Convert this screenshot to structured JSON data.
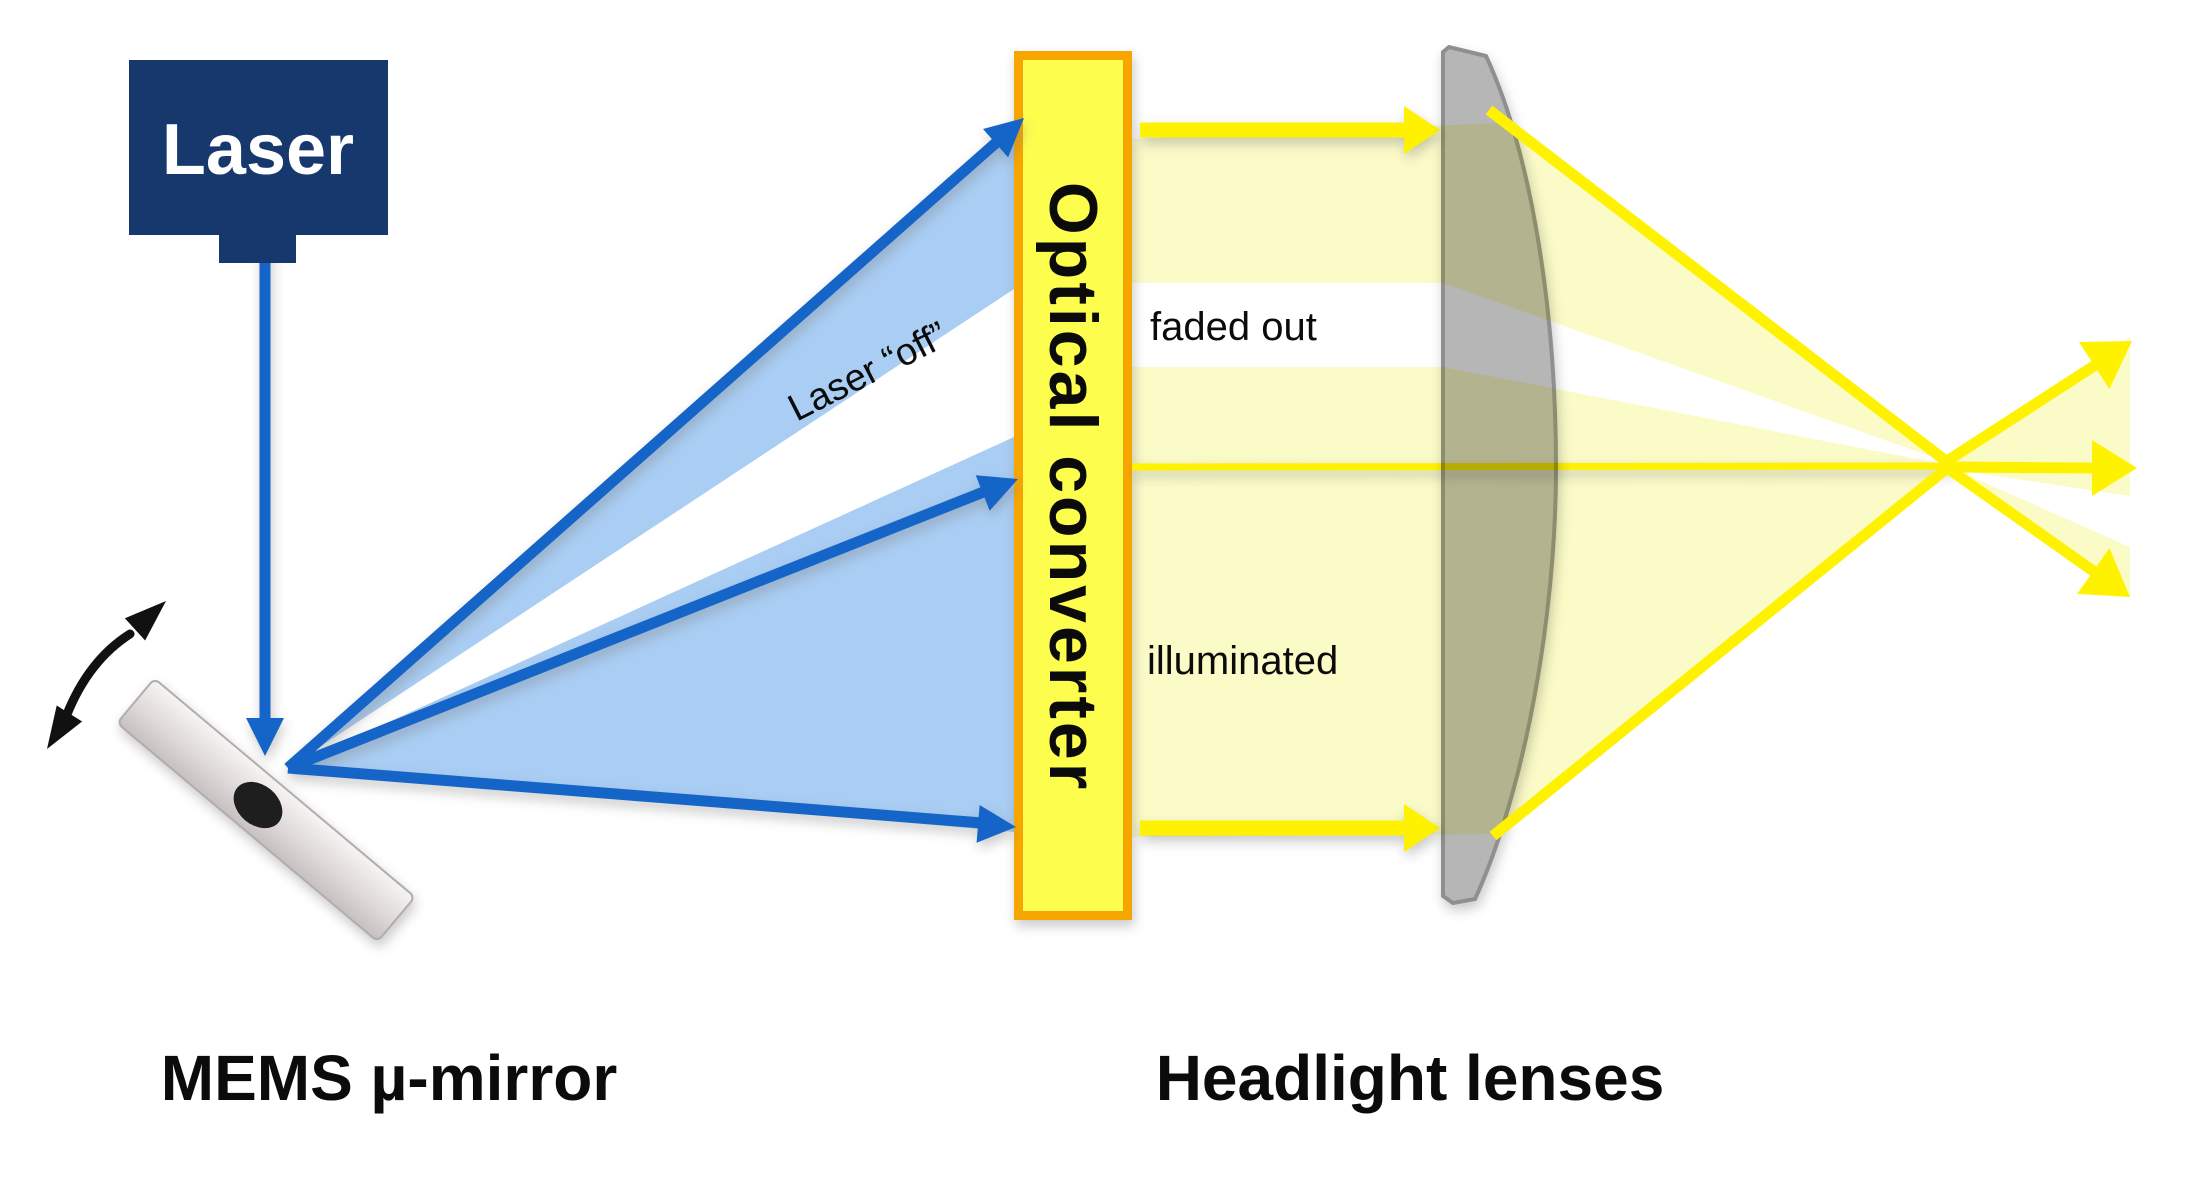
{
  "diagram": {
    "laser_label": "Laser",
    "mirror_label": "MEMS µ-mirror",
    "converter_label": "Optical converter",
    "lens_label": "Headlight lenses",
    "beam_off_label": "Laser “off”",
    "faded_label": "faded out",
    "illuminated_label": "illuminated"
  },
  "colors": {
    "navy": "#17386D",
    "blue": "#1565C8",
    "lightblue": "#A9CDF3",
    "conv_yellow": "#FDFD4E",
    "conv_border": "#F7A600",
    "pale_yellow": "#FBFBC8",
    "bright_yellow": "#FFF200",
    "lens_gray": "#B6B6B6",
    "lens_border": "#8F8F8F",
    "black": "#111111",
    "white": "#FFFFFF"
  }
}
